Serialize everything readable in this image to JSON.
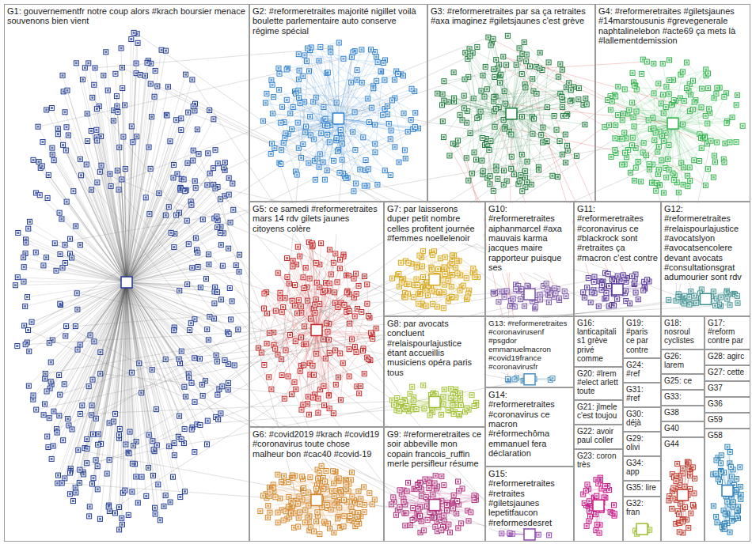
{
  "diagram": {
    "nodes": [
      {
        "text": [
          "G1: gouvernementfr notre coup alors #krach boursier menace souvenons bien vient"
        ]
      },
      {
        "text": [
          "G2: #reformeretraites majorité nigillet voilà boulette parlementaire auto conserve régime spécial"
        ]
      },
      {
        "text": [
          "G3: #reformeretraites par sa ça retraites #axa imaginez #giletsjaunes c'est grève"
        ]
      },
      {
        "text": [
          "G4: #reformeretraites #giletsjaunes #14marstousunis #grevegenerale naphtalinelebon #acte69 ça mets là #lallementdemission"
        ]
      },
      {
        "text": [
          "G5: ce samedi #reformeretraites mars 14 rdv gilets jaunes citoyens colère"
        ]
      },
      {
        "text": [
          "G6: #covid2019 #krach #covid19 #coronavirus toute chose malheur bon #cac40 #covid-19"
        ]
      },
      {
        "text": [
          "G7: par laisserons duper petit nombre celles profitent journée #femmes noellelenoir"
        ]
      },
      {
        "text": [
          "G8: par avocats concluent #relaispourlajustice étant accueillis musiciens opéra paris tous"
        ]
      },
      {
        "text": [
          "G9: #reformeretraites ce soir abbeville mon copain francois_ruffin merle persifleur résume"
        ]
      },
      {
        "text": [
          "G10: #reformeretraites aiphanmarcel #axa mauvais karma jacques maire rapporteur puisque ses"
        ]
      },
      {
        "text": [
          "G11: #reformeretraites #coronavirus ce #blackrock sont #retraites ça #macron c'est contre"
        ]
      },
      {
        "text": [
          "G12: #reformeretraites #relaispourlajustice #avocatslyon #avocatsencolere devant avocats #consultationsgrat adumourier sont rdv"
        ]
      },
      {
        "text": [
          "G13: #reformeretraites #coronavirusenf #psgdor emmanuelmacron #covid19france #coronavirusfr"
        ]
      },
      {
        "text": [
          "G14: #reformeretraites #coronavirus ce macron #réformechôma emmanuel fera déclaration"
        ]
      },
      {
        "text": [
          "G15: #reformeretraites #retraites #giletsjaunes lepetitfaucon #reformesdesret"
        ]
      },
      {
        "text": [
          "G16: lanticapitalis1 grève privé comme"
        ]
      },
      {
        "text": [
          "G17: #reform contre par"
        ]
      },
      {
        "text": [
          "G18: nosroul cyclistes"
        ]
      },
      {
        "text": [
          "G19: #paris ce par contre"
        ]
      },
      {
        "text": [
          "G20: #lrem #elect arlett toute"
        ]
      },
      {
        "text": [
          "G21: jlmele c'est toujou"
        ]
      },
      {
        "text": [
          "G22: avoir paul coller"
        ]
      },
      {
        "text": [
          "G23: coron très"
        ]
      },
      {
        "text": [
          "G24: #ref"
        ]
      },
      {
        "text": [
          "G25: ce"
        ]
      },
      {
        "text": [
          "G26: larem"
        ]
      },
      {
        "text": [
          "G27: cette"
        ]
      },
      {
        "text": [
          "G28: agirc"
        ]
      },
      {
        "text": [
          "G29: olivi"
        ]
      },
      {
        "text": [
          "G30: déjà"
        ]
      },
      {
        "text": [
          "G31: #ref"
        ]
      },
      {
        "text": [
          "G32: fran"
        ]
      },
      {
        "text": [
          "G33:"
        ]
      },
      {
        "text": [
          "G34: app"
        ]
      },
      {
        "text": [
          "G35: lire"
        ]
      },
      {
        "text": [
          "G36"
        ]
      },
      {
        "text": [
          "G37"
        ]
      },
      {
        "text": [
          "G38"
        ]
      },
      {
        "text": [
          "G40"
        ]
      },
      {
        "text": [
          "G44"
        ]
      },
      {
        "text": [
          "G58"
        ]
      },
      {
        "text": [
          "G59"
        ]
      }
    ]
  }
}
